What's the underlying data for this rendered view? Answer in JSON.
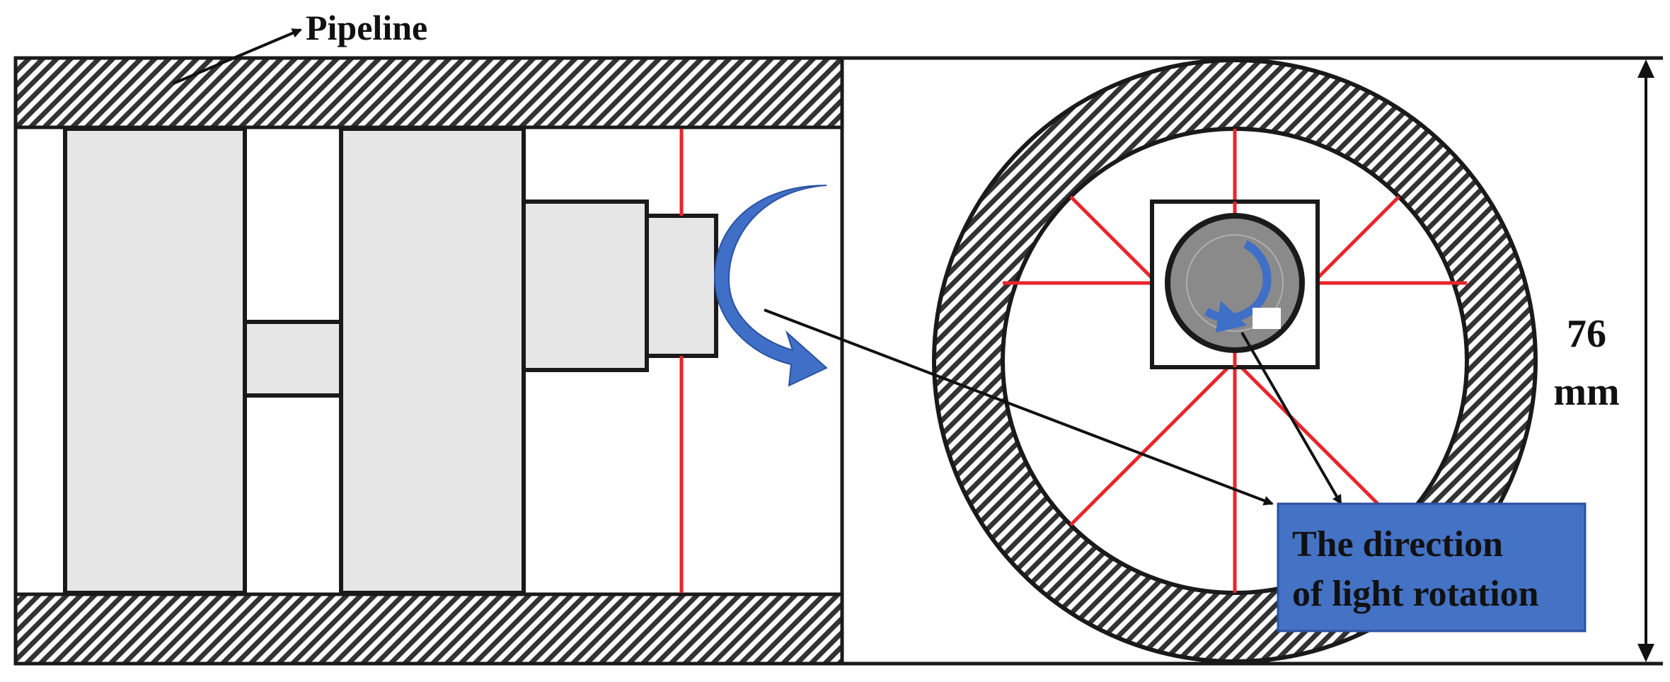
{
  "labels": {
    "pipeline": "Pipeline",
    "dimension_value": "76",
    "dimension_unit": "mm",
    "callout_line1": "The direction",
    "callout_line2": "of light rotation"
  },
  "colors": {
    "hatch": "#333333",
    "wall_bg": "#ffffff",
    "block_fill": "#e6e6e6",
    "laser": "#e8262b",
    "arrow_blue": "#3f6fc6",
    "callout_bg": "#4472c4",
    "hub": "#8a8a8a",
    "outline": "#1a1a1a"
  },
  "icons": {
    "rotation_arrow_side": "curved-rotation-arrow-icon",
    "rotation_arrow_end": "circular-rotation-arrow-icon"
  }
}
